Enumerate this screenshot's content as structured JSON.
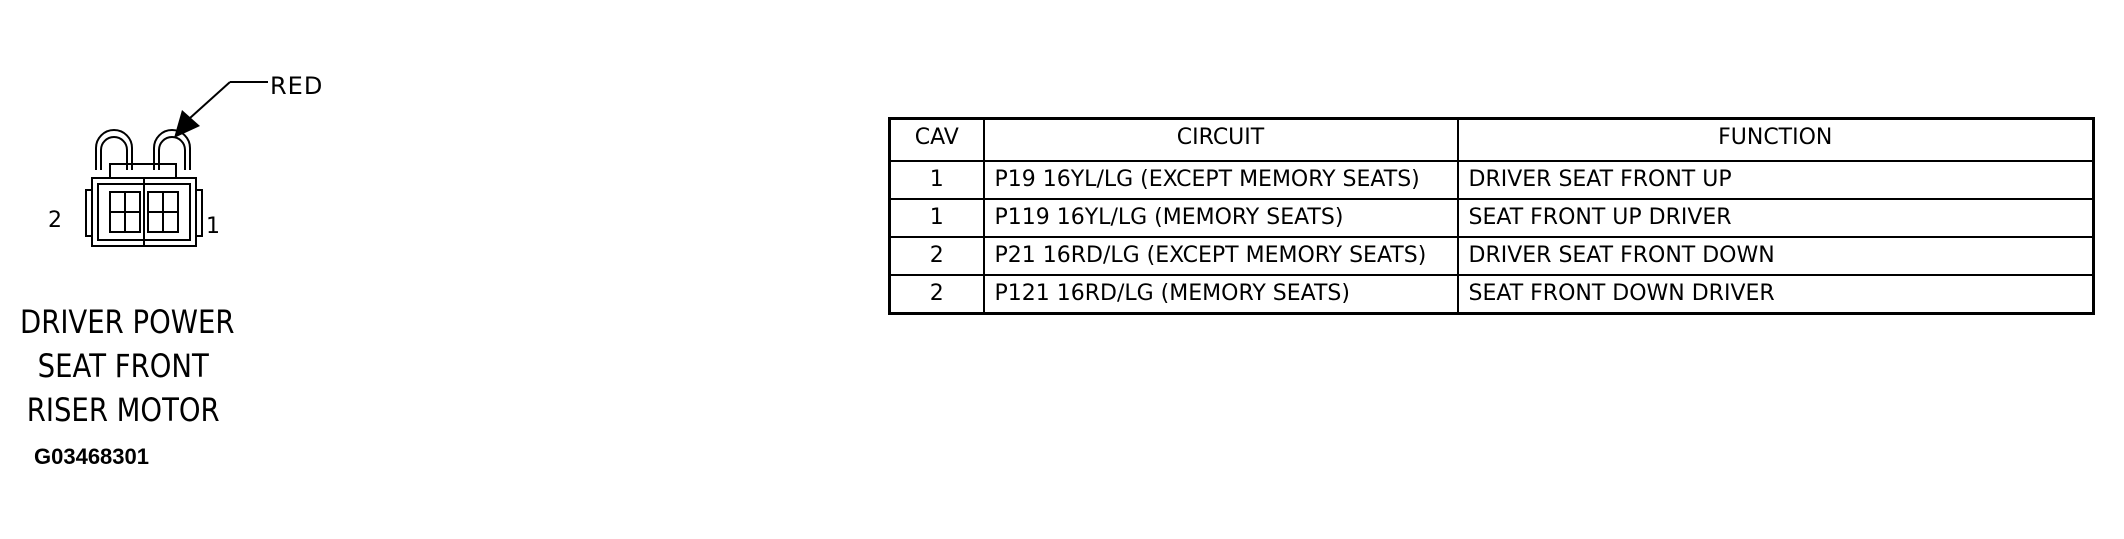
{
  "connector": {
    "wire_color_label": "RED",
    "pin_left_label": "2",
    "pin_right_label": "1",
    "name_lines": [
      "DRIVER POWER",
      "SEAT FRONT",
      "RISER MOTOR"
    ],
    "figure_id": "G03468301"
  },
  "table": {
    "headers": {
      "cav": "CAV",
      "circuit": "CIRCUIT",
      "function": "FUNCTION"
    },
    "rows": [
      {
        "cav": "1",
        "circuit": "P19 16YL/LG (EXCEPT MEMORY SEATS)",
        "function": "DRIVER SEAT FRONT UP"
      },
      {
        "cav": "1",
        "circuit": "P119 16YL/LG (MEMORY SEATS)",
        "function": "SEAT FRONT UP DRIVER"
      },
      {
        "cav": "2",
        "circuit": "P21 16RD/LG (EXCEPT MEMORY SEATS)",
        "function": "DRIVER SEAT FRONT DOWN"
      },
      {
        "cav": "2",
        "circuit": "P121 16RD/LG (MEMORY SEATS)",
        "function": "SEAT FRONT DOWN DRIVER"
      }
    ]
  }
}
